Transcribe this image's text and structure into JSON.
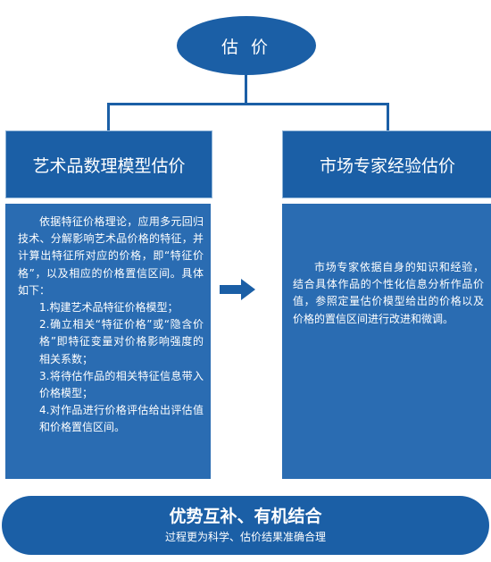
{
  "top": {
    "label": "估 价"
  },
  "left": {
    "title": "艺术品数理模型估价",
    "intro": "依据特征价格理论，应用多元回归技术、分解影响艺术品价格的特征，并计算出特征所对应的价格，即“特征价格”，以及相应的价格置信区间。具体如下：",
    "steps": [
      "1.构建艺术品特征价格模型；",
      "2.确立相关“特征价格”或“隐含价格”即特征变量对价格影响强度的相关系数；",
      "3.将待估作品的相关特征信息带入价格模型；",
      "4.对作品进行价格评估给出评估值和价格置信区间。"
    ]
  },
  "right": {
    "title": "市场专家经验估价",
    "text": "市场专家依据自身的知识和经验，结合具体作品的个性化信息分析作品价值，参照定量估价模型给出的价格以及价格的置信区间进行改进和微调。"
  },
  "bottom": {
    "main": "优势互补、有机结合",
    "sub": "过程更为科学、估价结果准确合理"
  },
  "colors": {
    "primary": "#1b5fa6",
    "panel": "#2a6cb2"
  },
  "icons": {
    "arrow": "arrow-right-icon"
  }
}
